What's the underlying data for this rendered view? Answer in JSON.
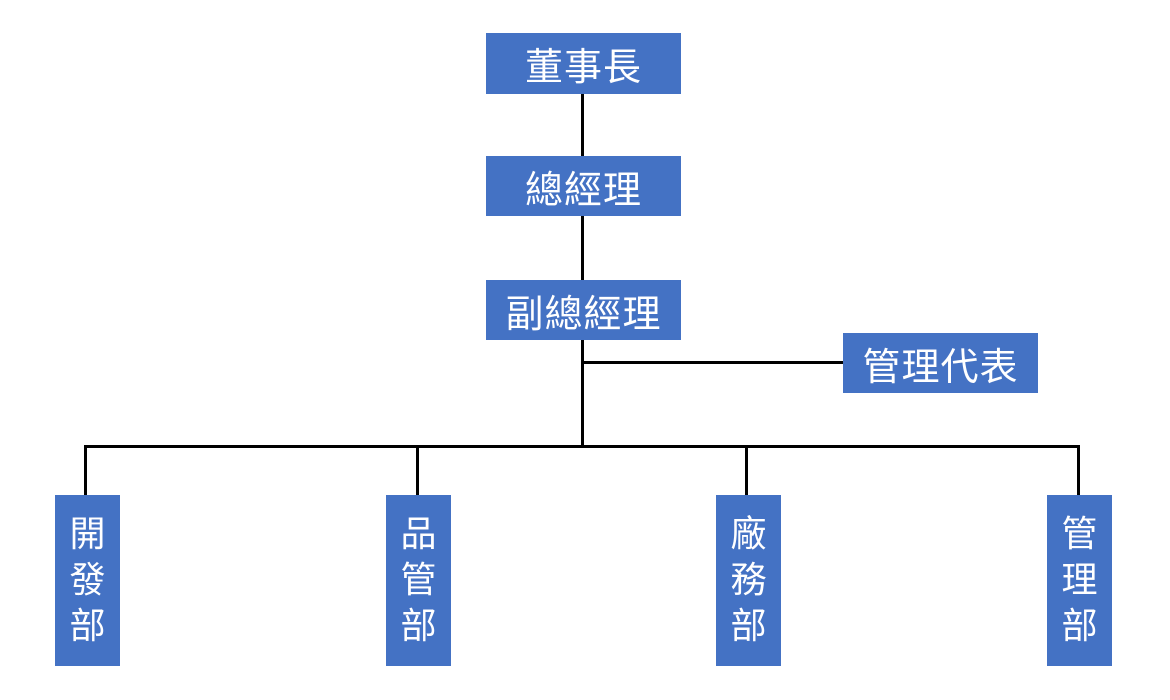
{
  "org_chart": {
    "chairman": "董事長",
    "general_manager": "總經理",
    "deputy_general_manager": "副總經理",
    "management_representative": "管理代表",
    "departments": [
      {
        "label": "開發部"
      },
      {
        "label": "品管部"
      },
      {
        "label": "廠務部"
      },
      {
        "label": "管理部"
      }
    ]
  },
  "colors": {
    "box_fill": "#4472C4",
    "box_text": "#FFFFFF",
    "connector": "#000000"
  }
}
